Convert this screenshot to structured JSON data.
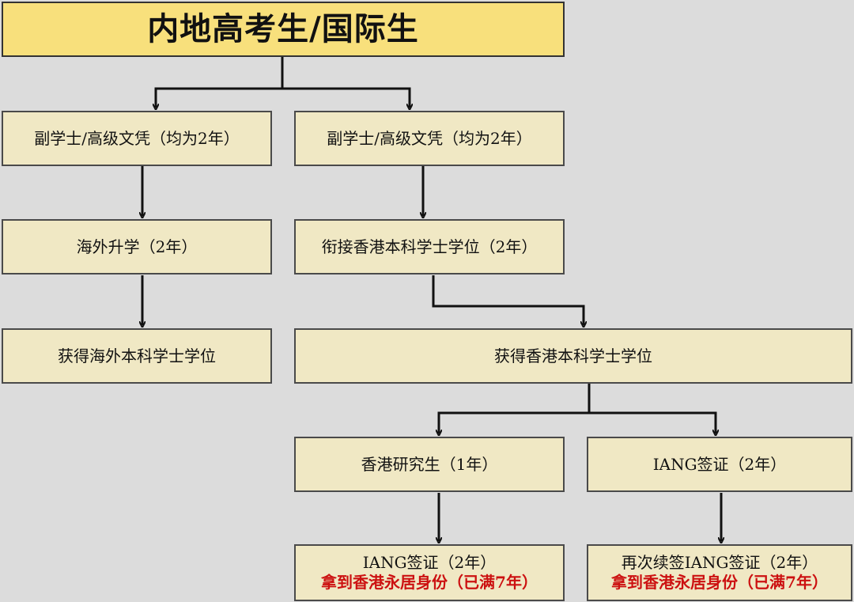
{
  "title": "内地高考生/国际生",
  "left_branch": {
    "step1": "副学士/高级文凭（均为2年）",
    "step2": "海外升学（2年）",
    "step3": "获得海外本科学士学位"
  },
  "right_branch": {
    "step1": "副学士/高级文凭（均为2年）",
    "step2": "衔接香港本科学士学位（2年）",
    "step3": "获得香港本科学士学位",
    "sub_left": {
      "step1": "香港研究生（1年）",
      "step2_line1": "IANG签证（2年）",
      "step2_line2": "拿到香港永居身份（已满7年）"
    },
    "sub_right": {
      "step1": "IANG签证（2年）",
      "step2_line1": "再次续签IANG签证（2年）",
      "step2_line2": "拿到香港永居身份（已满7年）"
    }
  },
  "colors": {
    "title_fill": "#f8e07c",
    "box_fill": "#f0e8c4",
    "highlight_text": "#cc1111",
    "background": "#dcdcdc"
  }
}
